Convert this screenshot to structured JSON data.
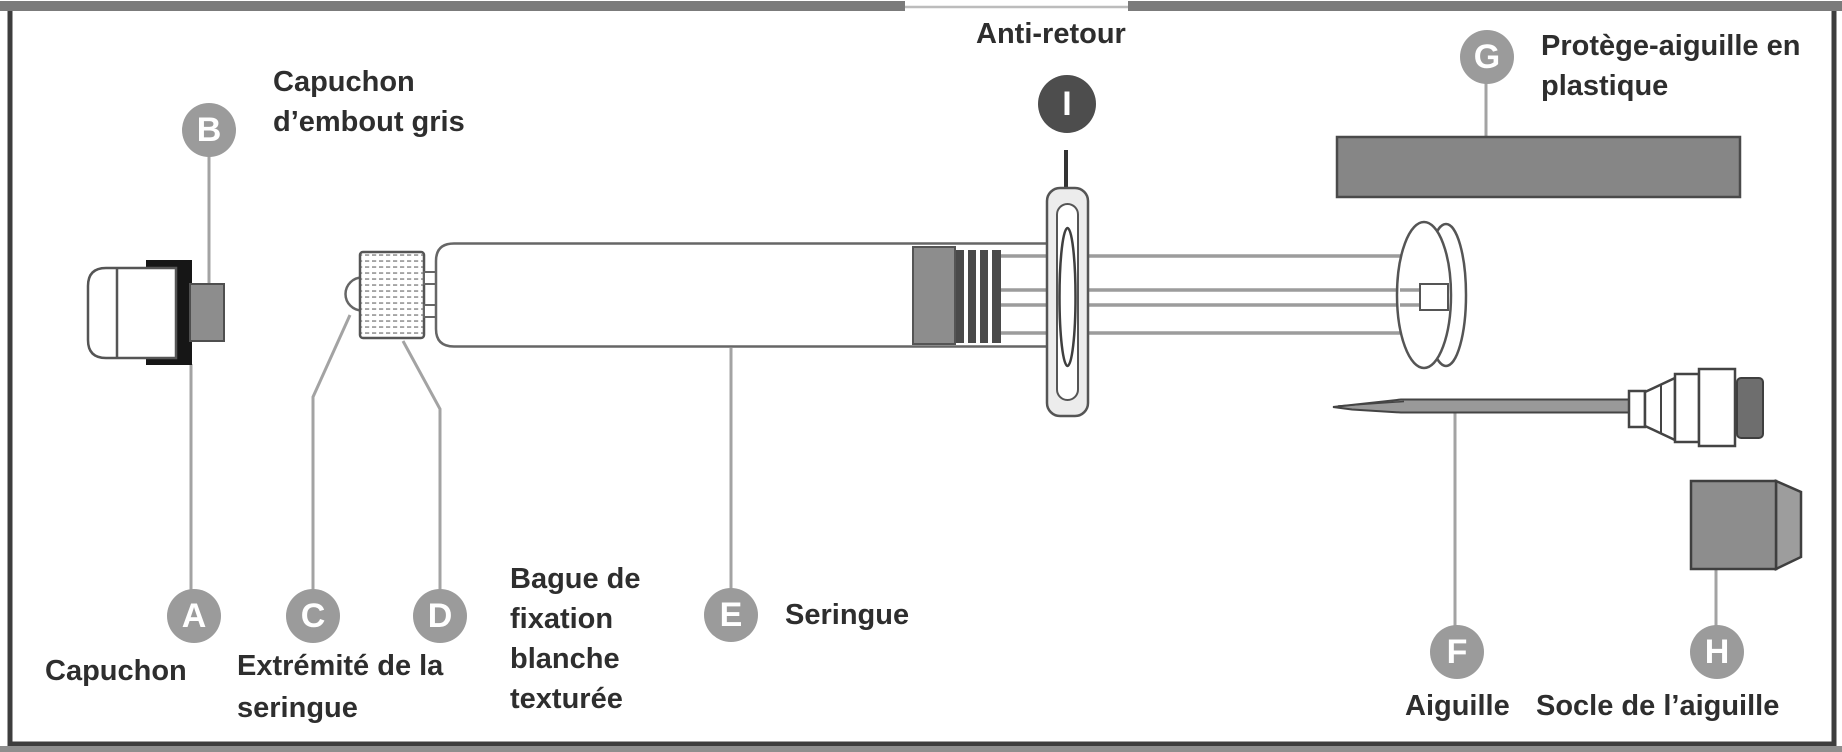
{
  "diagram": {
    "description": "Labeled diagram of a prefilled safety syringe (French)",
    "callouts": [
      {
        "letter": "A",
        "label": "Capuchon"
      },
      {
        "letter": "B",
        "label": "Capuchon d’embout gris"
      },
      {
        "letter": "C",
        "label": "Extrémité de la seringue"
      },
      {
        "letter": "D",
        "label": "Bague de fixation blanche texturée"
      },
      {
        "letter": "E",
        "label": "Seringue"
      },
      {
        "letter": "F",
        "label": "Aiguille"
      },
      {
        "letter": "G",
        "label": "Protège-aiguille en plastique"
      },
      {
        "letter": "H",
        "label": "Socle de l’aiguille"
      },
      {
        "letter": "I",
        "label": "Anti-retour"
      }
    ],
    "colors": {
      "callout_circle": "#9b9b9b",
      "callout_circle_dark": "#4d4d4d",
      "label_text": "#2e2e2e",
      "part_gray": "#8d8d8d",
      "needle_shield_gray": "#868686",
      "outline": "#555555",
      "leader_line": "#a3a3a3",
      "frame": "#3d3d3d"
    }
  }
}
